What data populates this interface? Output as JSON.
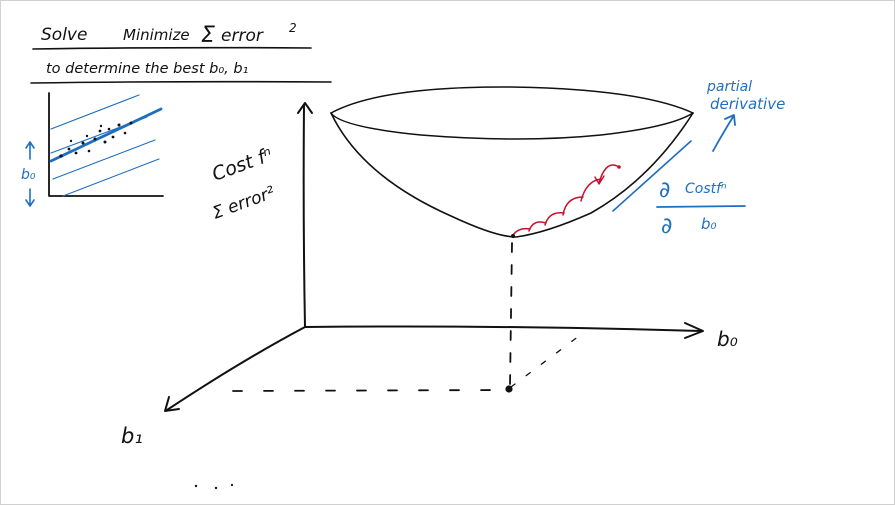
{
  "title": {
    "solve": "Solve",
    "minimize": "Minimize",
    "sigma": "Σ",
    "error": "error",
    "square": "2",
    "subtitle": "to determine the best b₀, b₁"
  },
  "inset": {
    "b0_label": "b₀"
  },
  "axis_labels": {
    "cost_fn": "Cost fⁿ",
    "sum_error_sq": "Σ error²",
    "b0": "b₀",
    "b1": "b₁"
  },
  "annotation": {
    "partial_line1": "partial",
    "partial_line2": "derivative",
    "partial_symbol_top": "∂",
    "numerator": "Costfⁿ",
    "partial_symbol_bottom": "∂",
    "denominator": "b₀"
  },
  "colors": {
    "ink": "#111111",
    "blue": "#1e6fc0",
    "red": "#c8102e"
  }
}
